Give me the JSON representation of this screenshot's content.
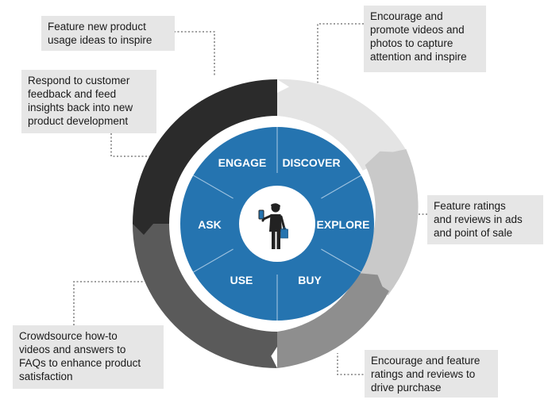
{
  "colors": {
    "background": "#ffffff",
    "inner_wheel": "#2574b0",
    "box_fill": "#e6e6e6",
    "ring_discover": "#e4e4e4",
    "ring_explore": "#c9c9c9",
    "ring_buy": "#8e8e8e",
    "ring_use": "#5a5a5a",
    "ring_engage": "#2b2b2b",
    "connector": "#666666"
  },
  "wheel": {
    "segments": [
      "DISCOVER",
      "EXPLORE",
      "BUY",
      "USE",
      "ASK",
      "ENGAGE"
    ],
    "center_icon": "shopper-with-phone-and-bag-icon"
  },
  "callouts": {
    "feature_usage": "Feature new product\nusage ideas to inspire",
    "respond_feedback": "Respond to customer\nfeedback and feed\ninsights back into new\nproduct development",
    "encourage_videos": "Encourage and\npromote videos and\nphotos to capture\nattention and inspire",
    "feature_ratings_ads": "Feature ratings\nand reviews in ads\nand point of sale",
    "encourage_ratings_purchase": "Encourage and feature\nratings and reviews to\ndrive purchase",
    "crowdsource": "Crowdsource how-to\nvideos and answers to\nFAQs to enhance product\nsatisfaction"
  }
}
